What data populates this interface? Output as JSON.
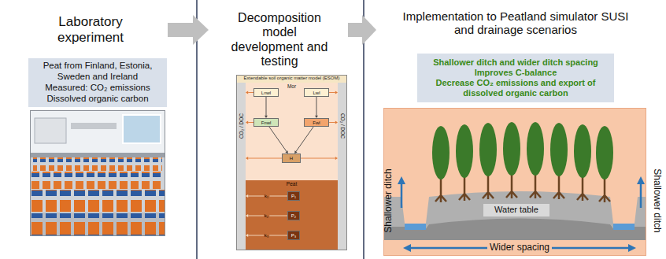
{
  "diagram": {
    "nodes": [
      {
        "text": [
          "Laboratory experiment"
        ]
      },
      {
        "text": [
          "Peat from Finland, Estonia, Sweden and Ireland",
          "Measured: CO₂ emissions Dissolved organic carbon"
        ],
        "in": 0
      },
      {
        "text": [
          "Decomposition model development and testing"
        ]
      },
      {
        "text": [
          "Extendable soil organic matter model (ESOM)"
        ],
        "in": 2
      },
      {
        "text": [
          "CO₂ / DOC"
        ],
        "in": 3
      },
      {
        "text": [
          "Mor"
        ],
        "in": 3
      },
      {
        "text": [
          "Lnwl"
        ],
        "in": 5
      },
      {
        "text": [
          "Lwl"
        ],
        "in": 5
      },
      {
        "text": [
          "Fnwl"
        ],
        "in": 5
      },
      {
        "text": [
          "Fwl"
        ],
        "in": 5
      },
      {
        "text": [
          "H"
        ],
        "in": 5
      },
      {
        "text": [
          "CO₂ / DOC"
        ],
        "in": 3
      },
      {
        "text": [
          "Peat"
        ],
        "in": 3
      },
      {
        "text": [
          "P₁"
        ],
        "in": 12
      },
      {
        "text": [
          "P₂"
        ],
        "in": 12
      },
      {
        "text": [
          "P₃"
        ],
        "in": 12
      },
      {
        "text": [
          "Implementation to Peatland simulator SUSI and drainage scenarios"
        ]
      },
      {
        "text": [
          "Shallower ditch and wider ditch spacing",
          "Improves C-balance",
          "Decrease CO₂ emissions and export of dissolved organic carbon"
        ],
        "in": 16
      },
      {
        "text": [
          "Water table"
        ],
        "in": 16
      }
    ],
    "edges": [
      {
        "from": 0,
        "to": 2,
        "arrow": "to"
      },
      {
        "from": 2,
        "to": 16,
        "arrow": "to"
      },
      {
        "from": 6,
        "to": 8,
        "arrow": "to"
      },
      {
        "from": 7,
        "to": 9,
        "arrow": "to"
      },
      {
        "from": 8,
        "to": 10,
        "arrow": "to"
      },
      {
        "from": 9,
        "to": 10,
        "arrow": "to"
      },
      {
        "from": 6,
        "to": 4,
        "arrow": "to"
      },
      {
        "from": 7,
        "to": 11,
        "arrow": "to"
      },
      {
        "from": 8,
        "to": 4,
        "arrow": "to"
      },
      {
        "from": 9,
        "to": 11,
        "arrow": "to"
      },
      {
        "from": 10,
        "to": 4,
        "arrow": "to"
      },
      {
        "from": 10,
        "to": 11,
        "arrow": "to"
      },
      {
        "from": 13,
        "to": 4,
        "label": "k₁",
        "arrow": "to"
      },
      {
        "from": 14,
        "to": 4,
        "label": "k₂",
        "arrow": "to"
      },
      {
        "from": 15,
        "to": 4,
        "label": "k₃",
        "arrow": "to"
      }
    ],
    "labels": [
      "Shallower ditch",
      "Shallower ditch",
      "Wider spacing"
    ]
  }
}
